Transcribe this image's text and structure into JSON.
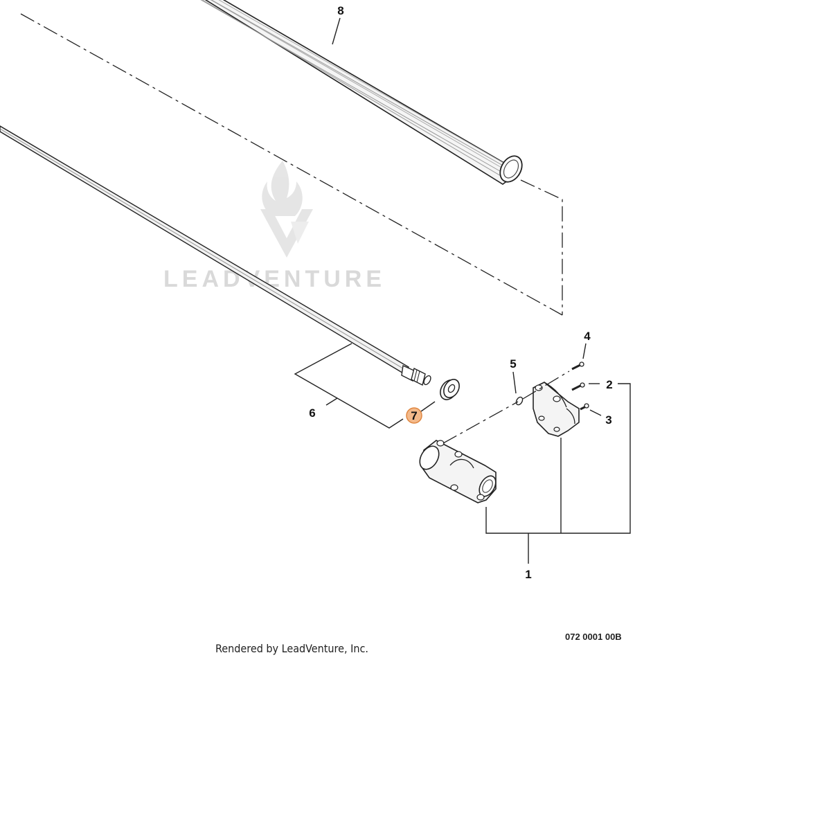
{
  "watermark": {
    "text": "LEADVENTURE"
  },
  "callouts": [
    {
      "id": "1",
      "label": "1"
    },
    {
      "id": "2",
      "label": "2"
    },
    {
      "id": "3",
      "label": "3"
    },
    {
      "id": "4",
      "label": "4"
    },
    {
      "id": "5",
      "label": "5"
    },
    {
      "id": "6",
      "label": "6"
    },
    {
      "id": "7",
      "label": "7",
      "highlighted": true
    },
    {
      "id": "8",
      "label": "8"
    }
  ],
  "footer": {
    "rendered_by": "Rendered by LeadVenture, Inc.",
    "diagram_code": "072 0001 00B"
  },
  "colors": {
    "line": "#222222",
    "highlight_fill": "#f3b98a",
    "highlight_stroke": "#e0863f",
    "watermark": "#d9d9d9"
  }
}
